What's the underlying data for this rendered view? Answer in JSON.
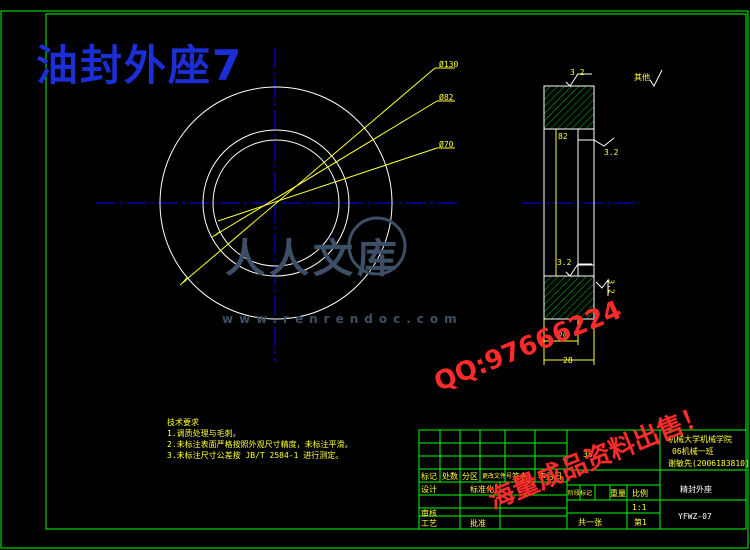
{
  "title": "油封外座7",
  "dimensions": {
    "d130": "Ø130",
    "d82": "Ø82",
    "d70": "Ø70",
    "r32_top": "3.2",
    "r32_right": "3.2",
    "r32_bottom": "3.2",
    "r32_bottom_right": "3.2",
    "d82_section": "82",
    "width20": "20",
    "width28": "28",
    "others": "其他"
  },
  "notes": {
    "heading": "技术要求",
    "line1": "1.调质处理与毛刺。",
    "line2": "2.未标注表面严格按照外观尺寸精度，未标注平滑。",
    "line3": "3.未标注尺寸公差按 JB/T 2584-1 进行测定。"
  },
  "watermark": {
    "brand": "人人文库",
    "url": "www.renrendoc.com",
    "qq": "QQ:97666224",
    "slogan": "海量成品资料出售！"
  },
  "title_block": {
    "material": "35",
    "school_line1": "机械大学机械学院",
    "school_line2": "06机械一班",
    "student": "谢敏先(2006183810)",
    "part_name": "精封外座",
    "scale": "1:1",
    "sheet_total": "共一张",
    "sheet_no": "第1",
    "drawing_no": "YFWZ-07",
    "row_labels": [
      "标记",
      "处数",
      "分区",
      "更改文件号",
      "签名",
      "年月日"
    ],
    "design": "设计",
    "standard": "标准化",
    "review": "审核",
    "process": "工艺",
    "approve": "批准",
    "stage": "阶段标记",
    "weight": "重量",
    "ratio": "比例"
  },
  "colors": {
    "frame": "#00ff00",
    "circle": "#ffffff",
    "centerline": "#0000ff",
    "dimension": "#ffff33",
    "hatch": "#00c000",
    "title": "#1c2fd6",
    "watermark_red": "#ff2a2a"
  }
}
